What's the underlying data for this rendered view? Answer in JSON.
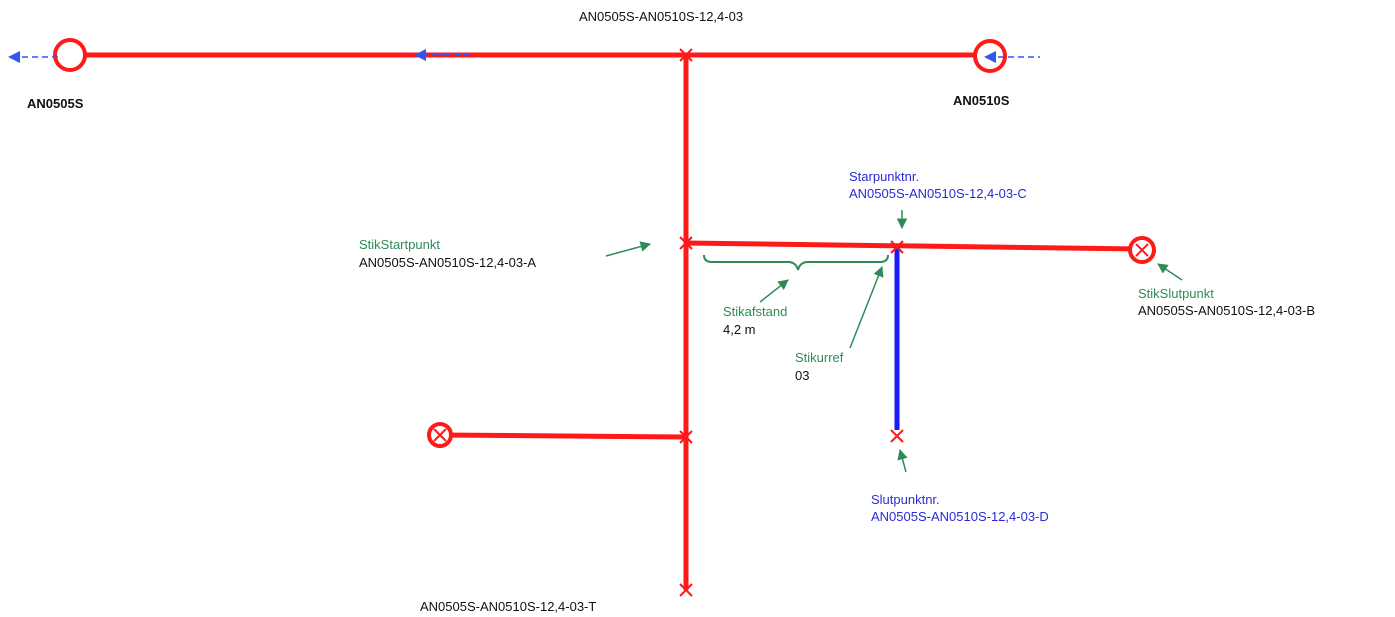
{
  "colors": {
    "main_line": "#ff1a1a",
    "blue_line": "#1a1aff",
    "annotation_green": "#2e8b57",
    "annotation_blue": "#2a2ad8",
    "text": "#111111"
  },
  "labels": {
    "top_line": "AN0505S-AN0510S-12,4-03",
    "left_node": "AN0505S",
    "right_node": "AN0510S",
    "starpunkt_title": "Starpunktnr.",
    "starpunkt_value": "AN0505S-AN0510S-12,4-03-C",
    "stikstart_title": "StikStartpunkt",
    "stikstart_value": "AN0505S-AN0510S-12,4-03-A",
    "stikslut_title": "StikSlutpunkt",
    "stikslut_value": "AN0505S-AN0510S-12,4-03-B",
    "stikafstand_title": "Stikafstand",
    "stikafstand_value": "4,2 m",
    "stikurref_title": "Stikurref",
    "stikurref_value": "03",
    "slutpunkt_title": "Slutpunktnr.",
    "slutpunkt_value": "AN0505S-AN0510S-12,4-03-D",
    "bottom_line": "AN0505S-AN0510S-12,4-03-T"
  }
}
